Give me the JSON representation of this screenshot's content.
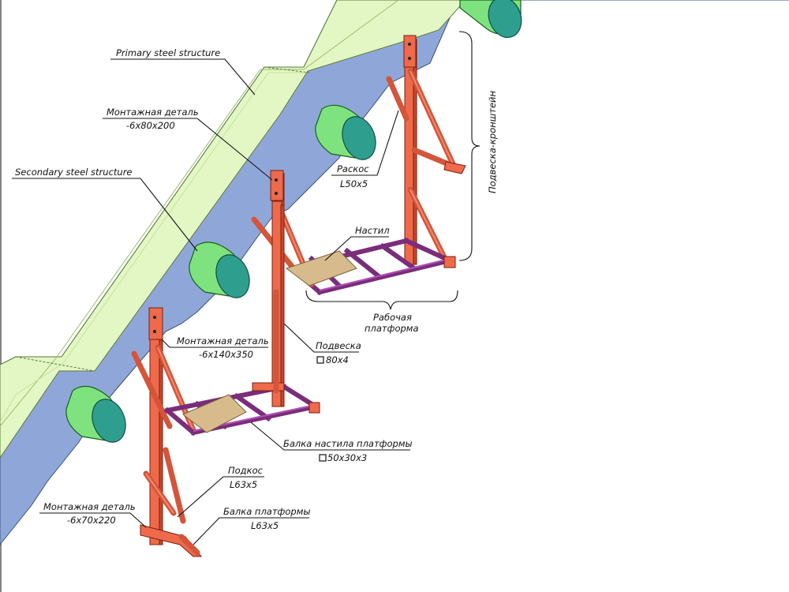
{
  "labels": {
    "primary": "Primary steel structure",
    "mount1_title": "Монтажная деталь",
    "mount1_size": "-6x80x200",
    "secondary": "Secondary steel structure",
    "raskos_title": "Раскос",
    "raskos_size": "L50x5",
    "nastil": "Настил",
    "bracket_side": "Подвеска-кронштейн",
    "platform_l1": "Рабочая",
    "platform_l2": "платформа",
    "mount2_title": "Монтажная деталь",
    "mount2_size": "-6x140x350",
    "podveska_title": "Подвеска",
    "podveska_size": "80x4",
    "deckbeam_title": "Балка настила платформы",
    "deckbeam_size": "50x30x3",
    "podkos_title": "Подкос",
    "podkos_size": "L63x5",
    "mount3_title": "Монтажная деталь",
    "mount3_size": "-6x70x220",
    "platbeam_title": "Балка платформы",
    "platbeam_size": "L63x5"
  },
  "colors": {
    "primary_top": "#e3f7c4",
    "primary_side": "#8fa7d8",
    "pipe": "#7ee37e",
    "pipe_end": "#2e9f8f",
    "post": "#ef6a4b",
    "beam": "#7a2d7a",
    "deck": "#d8bb8c"
  },
  "icons": {
    "square_tube": "square-section-icon"
  }
}
